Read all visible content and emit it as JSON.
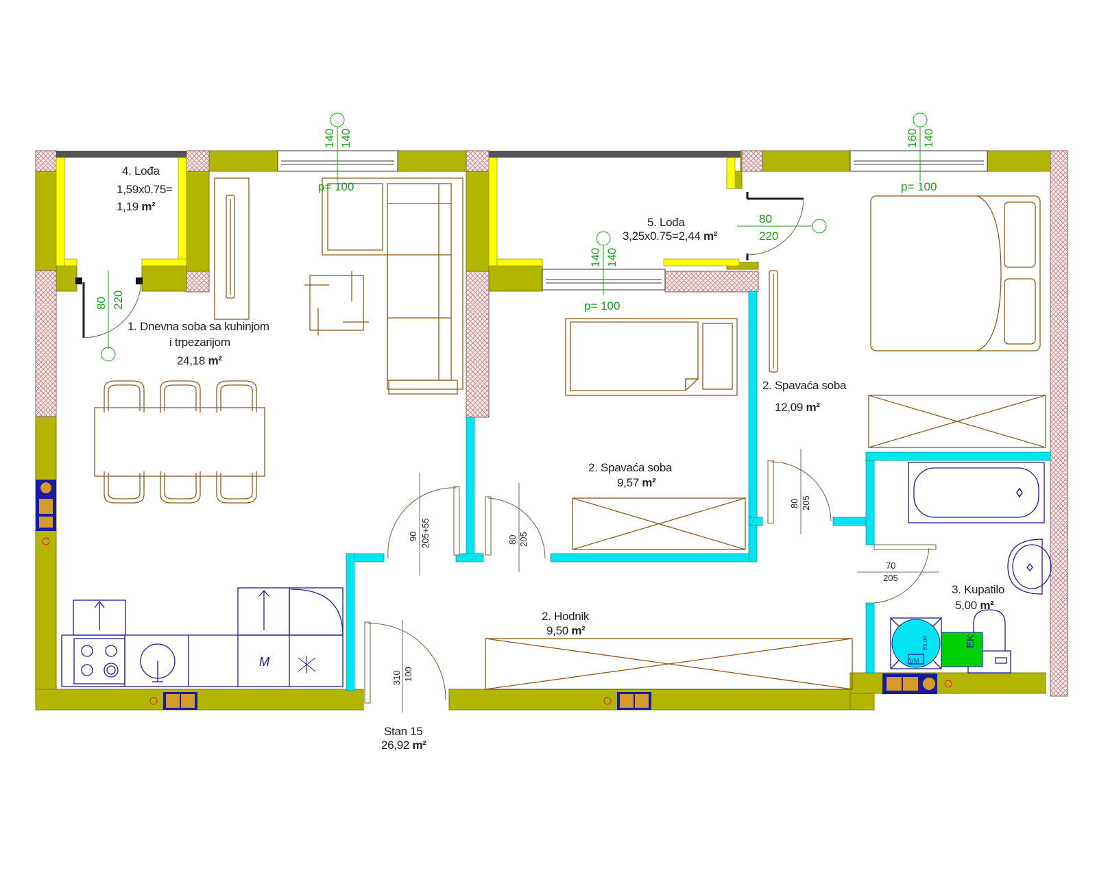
{
  "colors": {
    "wall": "#b3b600",
    "wall_edge": "#7a7c00",
    "column_hatch": "#c98a8a",
    "insulation": "#ffff00",
    "partition": "#00e5ef",
    "parapet": "#555555",
    "window": "#ffffff",
    "dimension_green": "#16a316",
    "furniture": "#8b5a1b",
    "kitchen": "#1a1aa0",
    "boiler": "#00d000"
  },
  "rooms": {
    "loggia4": {
      "name": "4. Lođa",
      "formula": "1,59x0.75=",
      "area": "1,19",
      "unit": "m²"
    },
    "living": {
      "name_line1": "1. Dnevna soba sa kuhinjom",
      "name_line2": "i trpezarijom",
      "area": "24,18",
      "unit": "m²"
    },
    "loggia5": {
      "name": "5. Lođa",
      "formula": "3,25x0.75=2,44",
      "unit": "m²"
    },
    "bedroom_large": {
      "name": "2. Spavaća soba",
      "area": "12,09",
      "unit": "m²"
    },
    "bedroom_small": {
      "name": "2. Spavaća soba",
      "area": "9,57",
      "unit": "m²"
    },
    "hallway": {
      "name": "2. Hodnik",
      "area": "9,50",
      "unit": "m²"
    },
    "bathroom": {
      "name": "3. Kupatilo",
      "area": "5,00",
      "unit": "m²"
    },
    "apartment": {
      "name": "Stan 15",
      "area": "26,92",
      "unit": "m²"
    }
  },
  "windows": {
    "living": {
      "w": "140",
      "h": "140",
      "sill": "p= 100"
    },
    "bedroom_large": {
      "w": "160",
      "h": "140",
      "sill": "p= 100"
    },
    "bedroom_small": {
      "w": "140",
      "h": "140",
      "sill": "p= 100"
    }
  },
  "doors": {
    "loggia4": {
      "w": "80",
      "h": "220"
    },
    "loggia5": {
      "w": "80",
      "h": "220"
    },
    "bedroom_small": {
      "w": "90",
      "h": "205+55"
    },
    "living_to_hall": {
      "w": "80",
      "h": "205"
    },
    "bedroom_large": {
      "w": "80",
      "h": "205"
    },
    "bathroom": {
      "w": "70",
      "h": "205"
    },
    "entrance": {
      "w": "310",
      "h": "100"
    }
  },
  "fixtures": {
    "microwave_label": "M",
    "washer_label": "VM",
    "washer_sub": "E5,00",
    "boiler_label": "EK"
  }
}
